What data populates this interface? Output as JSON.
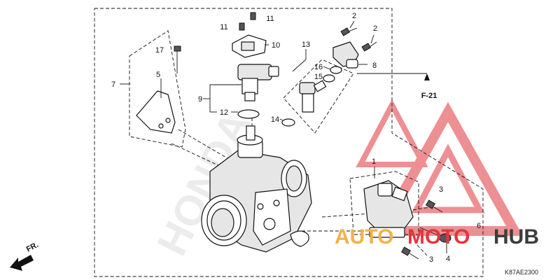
{
  "diagram": {
    "callouts": [
      "1",
      "2",
      "2",
      "3",
      "3",
      "4",
      "5",
      "6",
      "7",
      "8",
      "9",
      "10",
      "11",
      "11",
      "12",
      "13",
      "14",
      "15",
      "16",
      "17"
    ],
    "reference": "F-21",
    "front_marker": "FR.",
    "code": "K87AE2300"
  },
  "watermark": {
    "brand_left": "AUTO",
    "brand_mid": "MOTO",
    "brand_right": "HUB",
    "faint_brand": "HONDA",
    "accent_color": "#e0373c",
    "tint_color": "#f1b24a",
    "dark_color": "#3c3c3c"
  }
}
